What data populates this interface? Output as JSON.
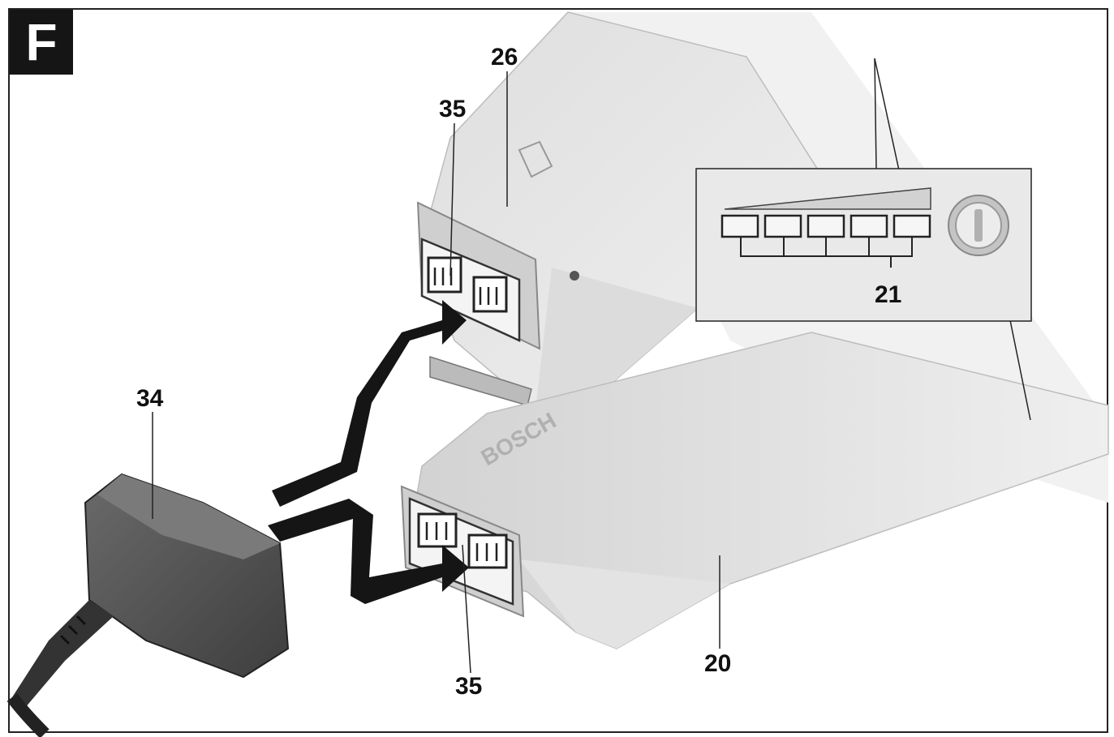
{
  "figure": {
    "letter": "F",
    "labels": {
      "battery_rear": "26",
      "connector_top": "35",
      "connector_bottom": "35",
      "charger_plug": "34",
      "battery_front": "20",
      "charge_leds": "21"
    },
    "brand_text": "BOSCH",
    "led_count": 5,
    "colors": {
      "ink": "#151515",
      "body_light": "#e4e4e4",
      "body_mid": "#c9c9c9",
      "plug": "#5a5a5a"
    }
  }
}
